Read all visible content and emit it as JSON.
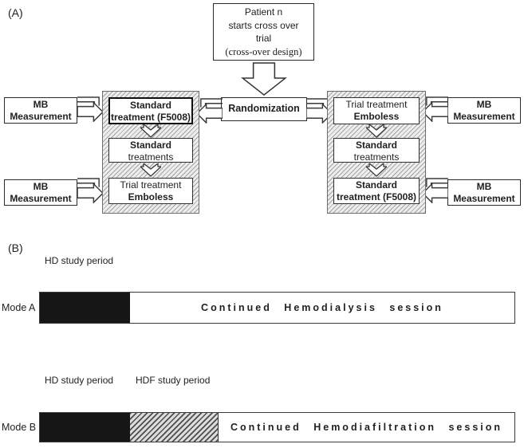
{
  "a": {
    "label": "(A)",
    "patient_box": [
      "Patient n",
      "starts cross over",
      "trial",
      "(cross-over design)"
    ],
    "randomization": "Randomization",
    "mb": [
      "MB",
      "Measurement"
    ],
    "left": {
      "box1": [
        "Standard",
        "treatment (F5008)"
      ],
      "box2": [
        "Standard",
        "treatments"
      ],
      "box3": [
        "Trial treatment",
        "Emboless"
      ]
    },
    "right": {
      "box1": [
        "Trial treatment",
        "Emboless"
      ],
      "box2": [
        "Standard",
        "treatments"
      ],
      "box3": [
        "Standard",
        "treatment (F5008)"
      ]
    }
  },
  "b": {
    "label": "(B)",
    "hd_label_mode_a": "HD study period",
    "hd_label_mode_b": "HD study period",
    "hdf_label_mode_b": "HDF study period",
    "mode_a": {
      "label": "Mode A",
      "bar_text": "Continued  Hemodialysis  session"
    },
    "mode_b": {
      "label": "Mode B",
      "bar_text": "Continued  Hemodiafiltration  session"
    }
  },
  "colors": {
    "text": "#1f1f1f",
    "box_border": "#2b2b2b",
    "black_segment": "#161616",
    "hatch_gray": "#a3a3a3"
  }
}
